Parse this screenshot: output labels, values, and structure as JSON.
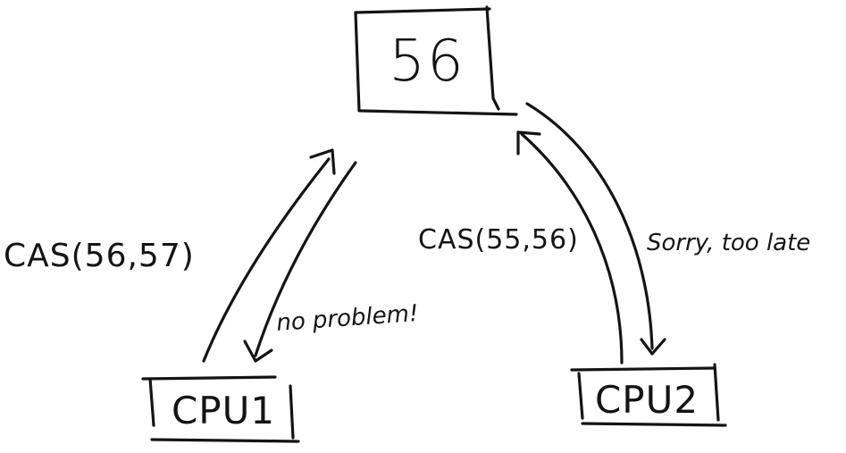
{
  "memory": {
    "value": "56"
  },
  "cpus": {
    "cpu1": {
      "label": "CPU1"
    },
    "cpu2": {
      "label": "CPU2"
    }
  },
  "operations": {
    "cpu1_request": "CAS(56,57)",
    "cpu1_response": "no problem!",
    "cpu2_request": "CAS(55,56)",
    "cpu2_response": "Sorry, too late"
  },
  "colors": {
    "ink": "#141414",
    "paper": "#ffffff"
  }
}
